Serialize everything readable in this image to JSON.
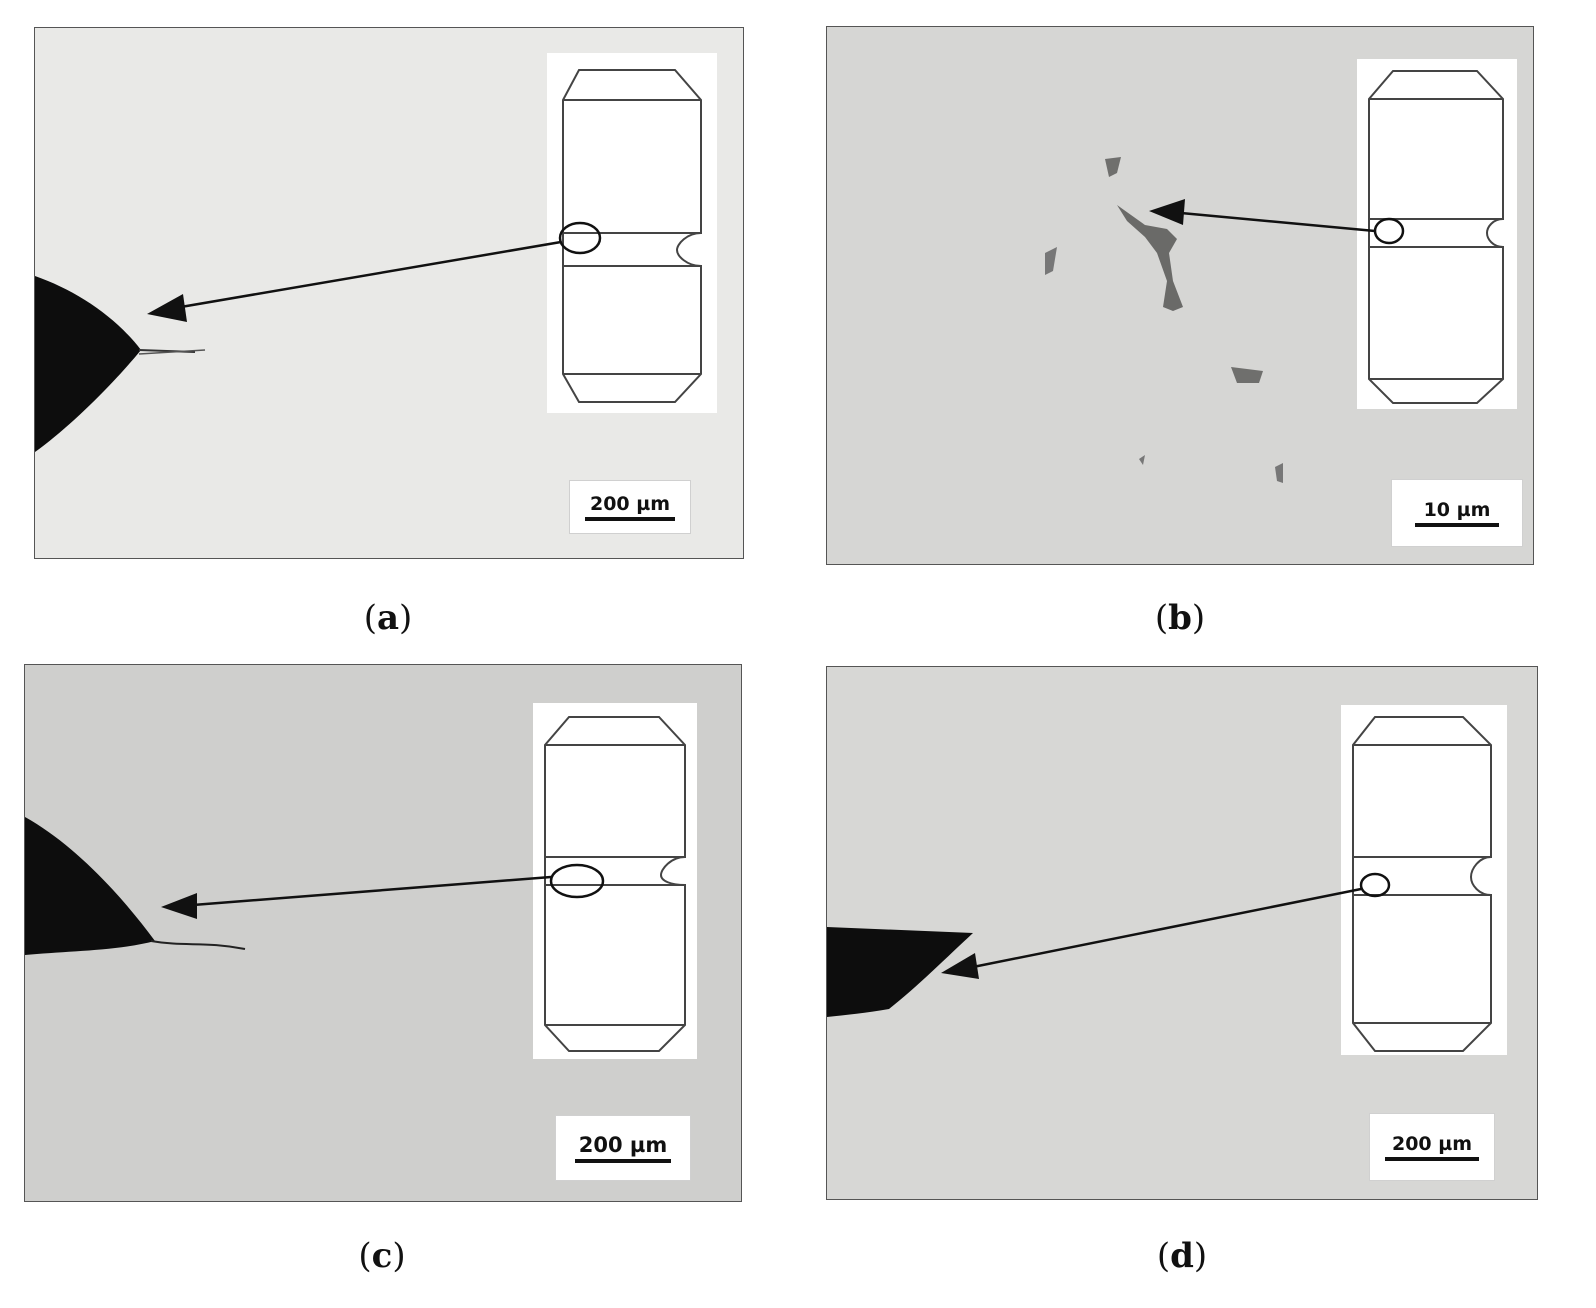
{
  "panels": [
    {
      "id": "a",
      "label": "a",
      "scale_label": "200 µm",
      "background": "#e9e9e7"
    },
    {
      "id": "b",
      "label": "b",
      "scale_label": "10 µm",
      "background": "#d6d6d4"
    },
    {
      "id": "c",
      "label": "c",
      "scale_label": "200 µm",
      "background": "#cfcfcd"
    },
    {
      "id": "d",
      "label": "d",
      "scale_label": "200 µm",
      "background": "#d7d7d5"
    }
  ],
  "colors": {
    "ink": "#111111",
    "specimen_outline": "#444444",
    "notch": "#0d0d0d"
  }
}
